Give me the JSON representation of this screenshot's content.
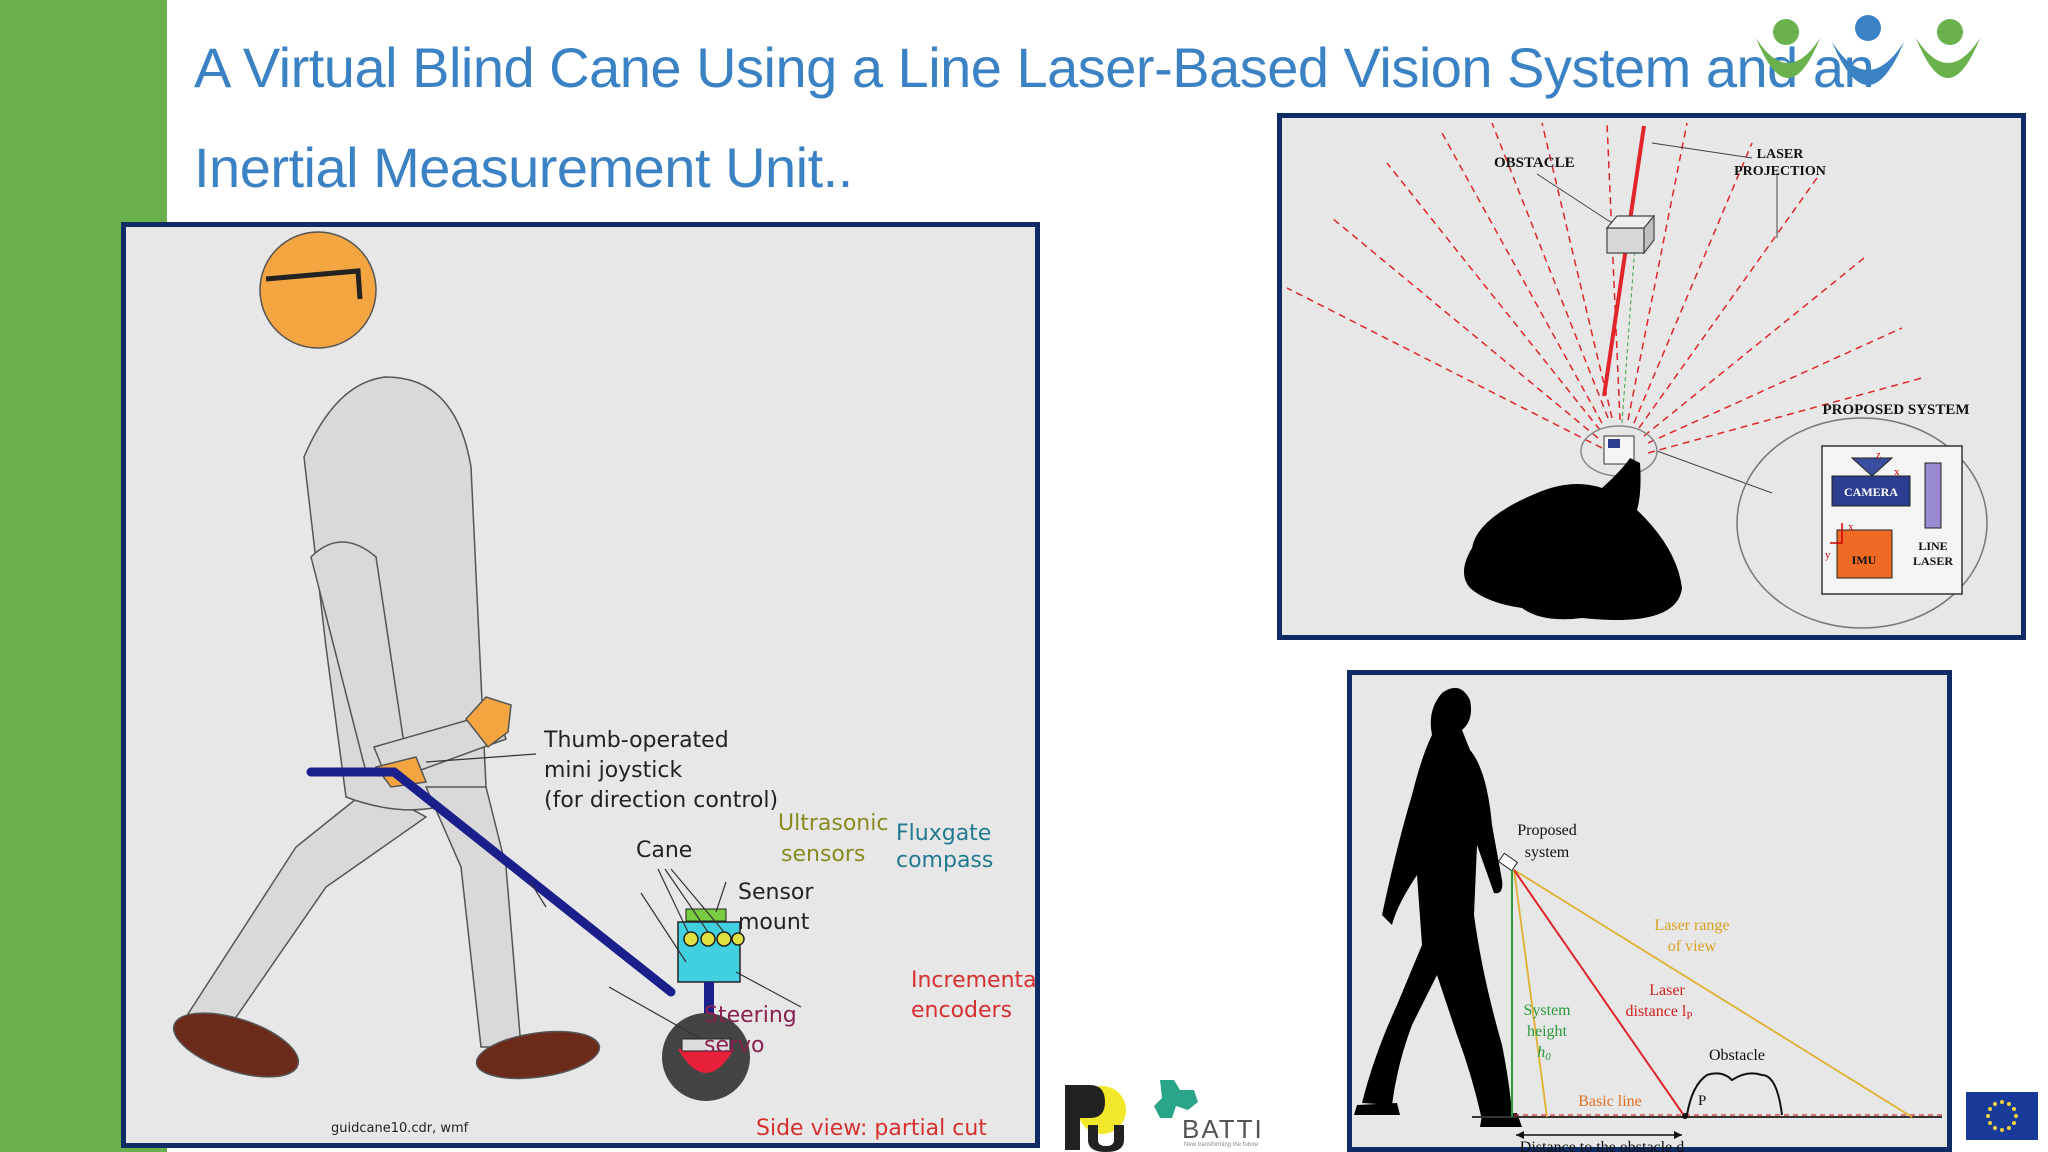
{
  "title": {
    "line1": "A Virtual Blind Cane Using a Line Laser-Based Vision System and an",
    "line2": "Inertial Measurement Unit.."
  },
  "left_diagram": {
    "joystick_label": [
      "Thumb-operated",
      "mini joystick",
      "(for direction control)"
    ],
    "cane_label": "Cane",
    "ultrasonic_label": [
      "Ultrasonic",
      "sensors"
    ],
    "fluxgate_label": [
      "Fluxgate",
      "compass"
    ],
    "mount_label": [
      "Sensor",
      "mount"
    ],
    "encoders_label": [
      "Incremental",
      "encoders"
    ],
    "servo_label": [
      "Steering",
      "servo"
    ],
    "filename": "guidcane10.cdr, wmf",
    "caption": "Side view: partial cut"
  },
  "top_right_diagram": {
    "obstacle_label": "OBSTACLE",
    "laser_label": [
      "LASER",
      "PROJECTION"
    ],
    "proposed_label": "PROPOSED SYSTEM",
    "camera_label": "CAMERA",
    "imu_label": "IMU",
    "line_laser_label": [
      "LINE",
      "LASER"
    ],
    "axis_z": "z",
    "axis_x": "x",
    "axis_y": "y"
  },
  "bottom_right_diagram": {
    "proposed_label": [
      "Proposed",
      "system"
    ],
    "laser_range_label": [
      "Laser range",
      "of view"
    ],
    "laser_distance_label": [
      "Laser",
      "distance l"
    ],
    "laser_distance_sub": "P",
    "system_height_label": [
      "System",
      "height",
      "h"
    ],
    "system_height_sub": "0",
    "obstacle_label": "Obstacle",
    "basic_line_label": "Basic line",
    "point_label": "P",
    "distance_label": "Distance to the obstacle d"
  },
  "logos": {
    "batti_text": "BATTI",
    "batti_tagline": "New transforming the future"
  },
  "colors": {
    "sidebar": "#6ab04c",
    "title": "#3b82c4",
    "panel_border": "#102c64",
    "laser_red": "#e0262b",
    "cane_blue": "#1a1f8c",
    "head_orange": "#f2a541",
    "laser_yellow": "#e0b030",
    "height_green": "#2a9a3a"
  }
}
